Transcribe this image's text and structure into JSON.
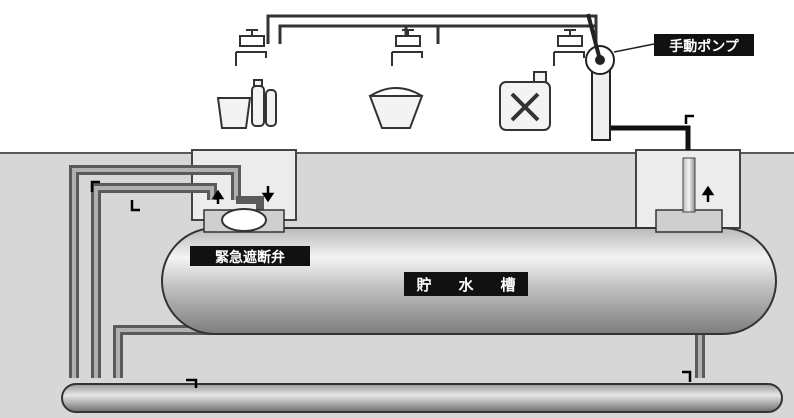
{
  "labels": {
    "hand_pump": "手動ポンプ",
    "valve": "緊急遮断弁",
    "tank_chars": [
      "貯",
      "水",
      "槽"
    ]
  },
  "colors": {
    "ground": "#d7d7d7",
    "soil_line": "#5a5a5a",
    "tank_light": "#f0f0f0",
    "tank_dark": "#8a8a8a",
    "label_bg": "#111111",
    "label_fg": "#ffffff",
    "pipe_dark": "#555555",
    "pipe_light": "#9a9a9a"
  },
  "icons": [
    "faucet-icon",
    "bottle-bucket-icon",
    "bucket-icon",
    "jerrycan-icon",
    "hand-pump-icon",
    "flow-arrow-icon"
  ]
}
